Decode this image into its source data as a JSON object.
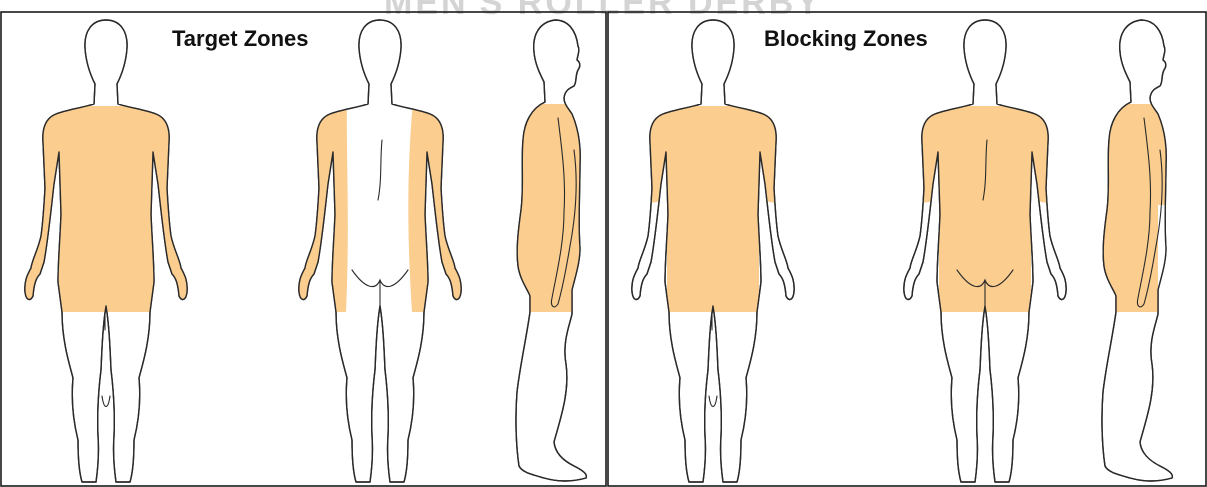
{
  "watermark": {
    "text": "MEN'S ROLLER DERBY",
    "color": "#cfcfcf"
  },
  "colors": {
    "zone_fill": "#fbcd8f",
    "figure_fill": "#ffffff",
    "outline": "#2a2a2a",
    "panel_border": "#1a1a1a"
  },
  "panels": [
    {
      "title": "Target Zones",
      "views": [
        "front",
        "back",
        "side"
      ],
      "zones": {
        "front": "shoulders, arms and torso down to upper thigh",
        "back": "arms and outer sides of back and hips",
        "side": "shoulder, arm, torso and hip down to upper thigh"
      }
    },
    {
      "title": "Blocking Zones",
      "views": [
        "front",
        "back",
        "side"
      ],
      "zones": {
        "front": "shoulders, upper arms and torso down to upper thigh",
        "back": "shoulders, upper arms, back and buttocks down to upper thigh",
        "side": "shoulder, upper arm, torso and hip down to upper thigh"
      }
    }
  ]
}
